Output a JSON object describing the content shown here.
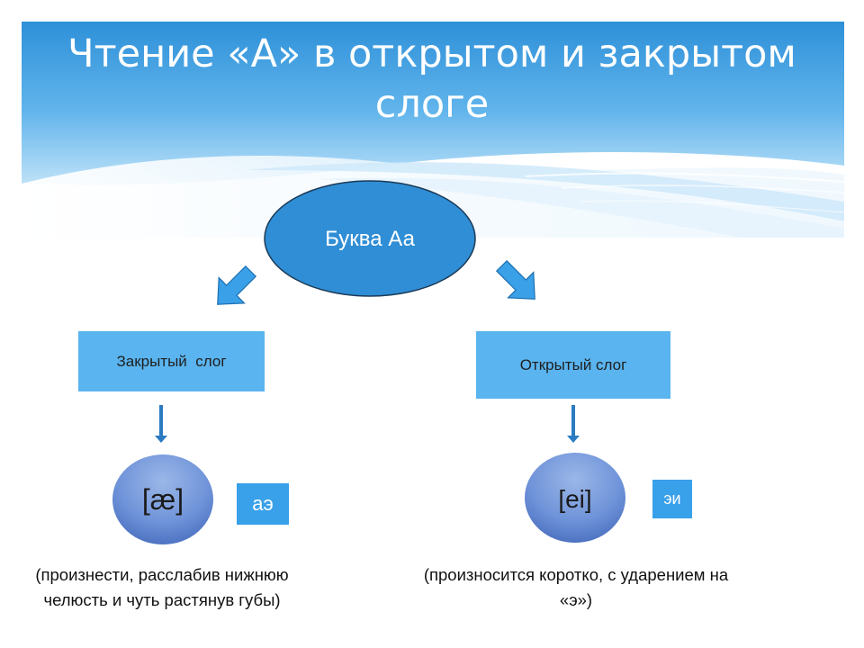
{
  "title": "Чтение «А» в открытом и закрытом слоге",
  "root_node": {
    "label": "Буква Аа"
  },
  "branches": [
    {
      "box_label": "Закрытый  слог",
      "transcription": "[æ]",
      "hint": "аэ",
      "note": "(произнести, расслабив нижнюю челюсть и чуть растянув губы)"
    },
    {
      "box_label": "Открытый слог",
      "transcription": "[ei]",
      "hint": "эи",
      "note": "(произносится коротко, с ударением на «э»)"
    }
  ],
  "colors": {
    "header_sky": "#2e90d8",
    "header_light": "#c2e3f7",
    "accent_blue": "#2e95e3",
    "box_fill": "#5ab4ef",
    "ellipse_fill": "#2f8ed5",
    "ellipse_stroke": "#1b3a57",
    "circle_fill": "#6f93d9",
    "tag_fill": "#39a0ea",
    "arrow_fill": "#3aa0e8"
  }
}
